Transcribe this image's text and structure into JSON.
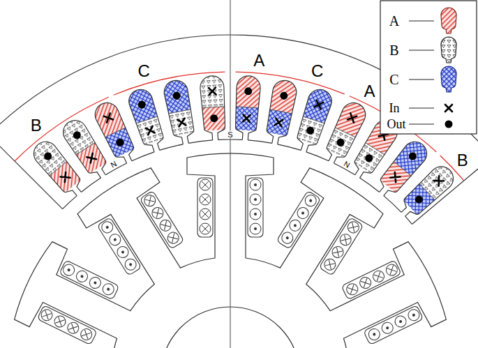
{
  "diagram": {
    "labels": [
      "B",
      "C",
      "A",
      "C",
      "A",
      "B",
      "N",
      "S",
      "N"
    ],
    "legend": [
      {
        "text": "A"
      },
      {
        "text": "B"
      },
      {
        "text": "C"
      },
      {
        "text": "In"
      },
      {
        "text": "Out"
      }
    ]
  }
}
